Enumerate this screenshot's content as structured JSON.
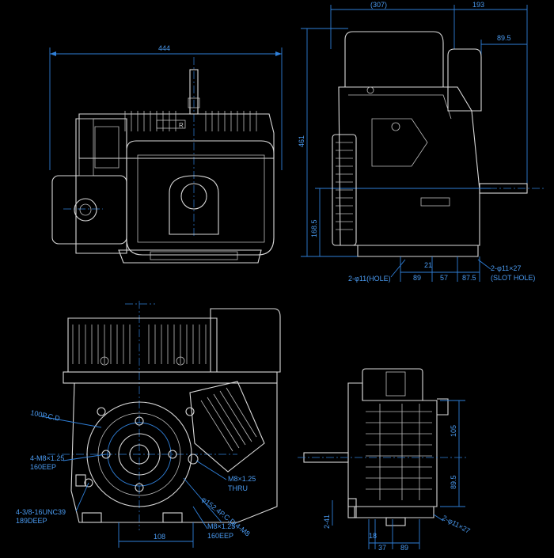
{
  "colors": {
    "background": "#000000",
    "linework": "#d9d9d9",
    "dimension": "#2f7fd8"
  },
  "views": {
    "top": {
      "width": "444",
      "engraving": "R"
    },
    "side": {
      "width_cover": "(307)",
      "width_shaft": "193",
      "shaft_offset": "89.5",
      "height_total": "461",
      "height_shaft": "168.5",
      "base_small": "21",
      "base_a": "89",
      "base_b": "57",
      "base_c": "87.5",
      "hole_note": "2-φ11(HOLE)",
      "slot_note_1": "2-φ11×27",
      "slot_note_2": "(SLOT HOLE)"
    },
    "front": {
      "pcd_tag": "100P.C.D",
      "thread_a_1": "4-M8×1.25",
      "thread_a_2": "160EEP",
      "thread_b_1": "4-3/8-16UNC39",
      "thread_b_2": "189DEEP",
      "thread_c_1": "M8×1.25",
      "thread_c_2": "THRU",
      "thread_d_1": "M8×1.25",
      "thread_d_2": "160EEP",
      "pcd_note": "φ152.4P.C.D(4-M8",
      "base_dim": "108"
    },
    "rear": {
      "height_upper": "105",
      "height_lower": "89.5",
      "left_small": "2-41",
      "base_a": "18",
      "base_b": "37",
      "base_c": "89",
      "slot_note": "2-φ11×27"
    }
  }
}
